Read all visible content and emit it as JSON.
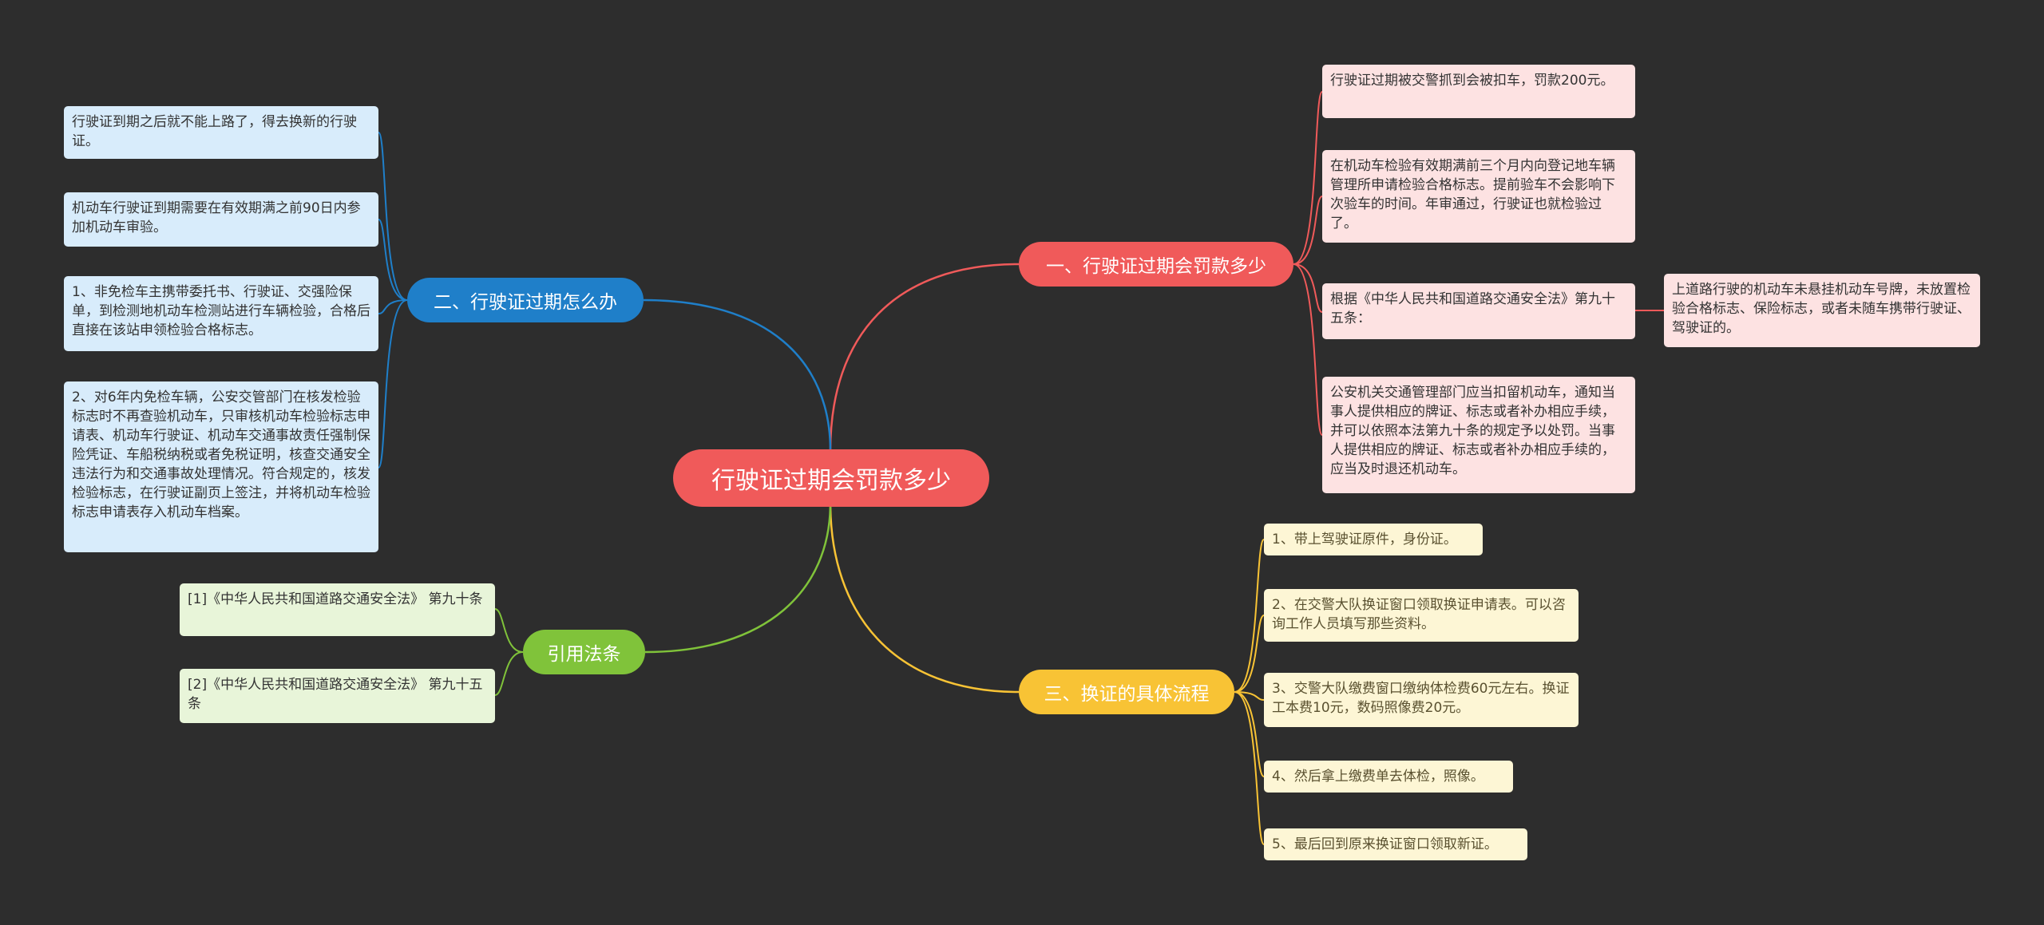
{
  "colors": {
    "background": "#2d2d2d",
    "root": "#f05a5a",
    "red": "#f05a5a",
    "blue": "#1f7fc9",
    "yellow": "#f8c335",
    "green": "#80c33a"
  },
  "root": {
    "label": "行驶证过期会罚款多少"
  },
  "branches": {
    "b1": {
      "label": "一、行驶证过期会罚款多少",
      "items": [
        "行驶证过期被交警抓到会被扣车，罚款200元。",
        "在机动车检验有效期满前三个月内向登记地车辆管理所申请检验合格标志。提前验车不会影响下次验车的时间。年审通过，行驶证也就检验过了。",
        "根据《中华人民共和国道路交通安全法》第九十五条：",
        "公安机关交通管理部门应当扣留机动车，通知当事人提供相应的牌证、标志或者补办相应手续，并可以依照本法第九十条的规定予以处罚。当事人提供相应的牌证、标志或者补办相应手续的，应当及时退还机动车。"
      ],
      "sub": "上道路行驶的机动车未悬挂机动车号牌，未放置检验合格标志、保险标志，或者未随车携带行驶证、驾驶证的。"
    },
    "b2": {
      "label": "二、行驶证过期怎么办",
      "items": [
        "行驶证到期之后就不能上路了，得去换新的行驶证。",
        "机动车行驶证到期需要在有效期满之前90日内参加机动车审验。",
        "1、非免检车主携带委托书、行驶证、交强险保单，到检测地机动车检测站进行车辆检验，合格后直接在该站申领检验合格标志。",
        "2、对6年内免检车辆，公安交管部门在核发检验标志时不再查验机动车，只审核机动车检验标志申请表、机动车行驶证、机动车交通事故责任强制保险凭证、车船税纳税或者免税证明，核查交通安全违法行为和交通事故处理情况。符合规定的，核发检验标志，在行驶证副页上签注，并将机动车检验标志申请表存入机动车档案。"
      ]
    },
    "b3": {
      "label": "三、换证的具体流程",
      "items": [
        "1、带上驾驶证原件，身份证。",
        "2、在交警大队换证窗口领取换证申请表。可以咨询工作人员填写那些资料。",
        "3、交警大队缴费窗口缴纳体检费60元左右。换证工本费10元，数码照像费20元。",
        "4、然后拿上缴费单去体检，照像。",
        "5、最后回到原来换证窗口领取新证。"
      ]
    },
    "b4": {
      "label": "引用法条",
      "items": [
        "[1]《中华人民共和国道路交通安全法》 第九十条",
        "[2]《中华人民共和国道路交通安全法》 第九十五条"
      ]
    }
  }
}
